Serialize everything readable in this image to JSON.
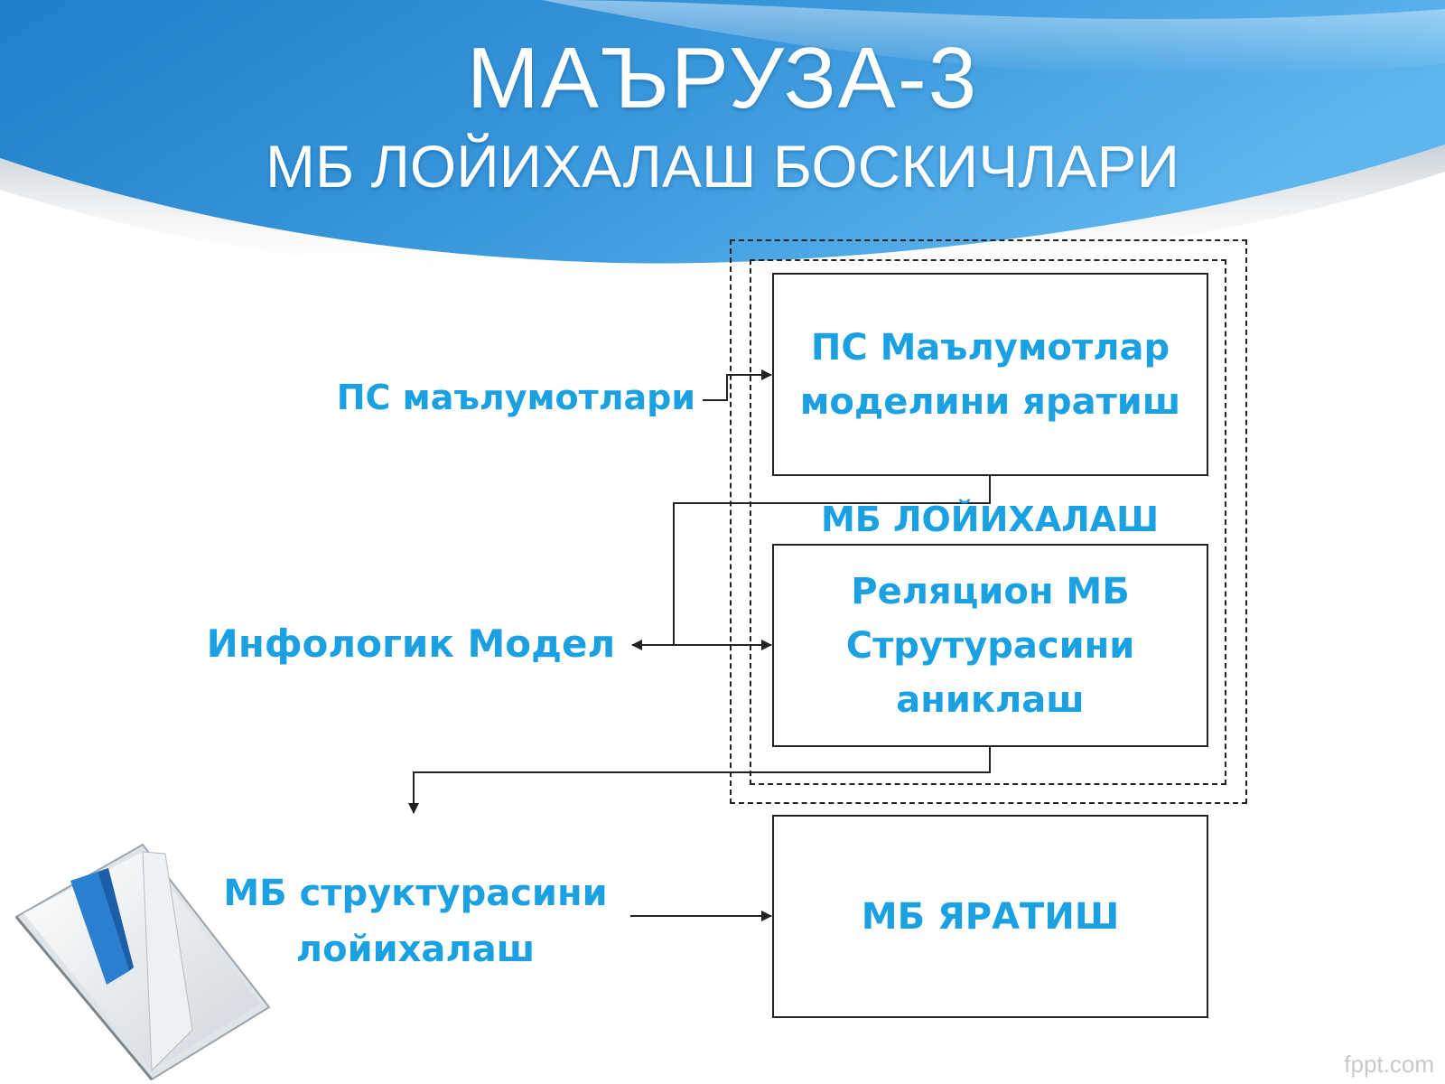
{
  "slide": {
    "title": "МАЪРУЗА-3",
    "subtitle": "МБ ЛОЙИХАЛАШ БОСКИЧЛАРИ",
    "watermark": "fppt.com"
  },
  "diagram": {
    "boxes": {
      "create_model": "ПС Маълумотлар моделини яратиш",
      "define_structure": "Реляцион МБ Струтурасини аниклаш",
      "create_db": "МБ ЯРАТИШ"
    },
    "group_label": "МБ ЛОЙИХАЛАШ",
    "inputs": {
      "ps_data": "ПС маълумотлари",
      "info_model": "Инфологик Модел",
      "structure_design": "МБ структурасини лойихалаш"
    }
  },
  "colors": {
    "accent": "#1ba1e2",
    "banner_dark": "#1f7fc9",
    "banner_light": "#5fb6ee",
    "line": "#222222"
  }
}
